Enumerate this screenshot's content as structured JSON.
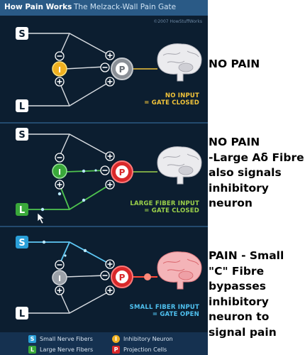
{
  "header": {
    "title": "How Pain Works",
    "subtitle": "The Melzack-Wall Pain Gate",
    "copyright": "©2007 HowStuffWorks"
  },
  "fiber_labels": {
    "small": "S",
    "large": "L"
  },
  "neuron_labels": {
    "inhibitory": "I",
    "projection": "P"
  },
  "panels": [
    {
      "caption_line1": "NO INPUT",
      "caption_line2": "= GATE CLOSED"
    },
    {
      "caption_line1": "LARGE FIBER INPUT",
      "caption_line2": "= GATE CLOSED"
    },
    {
      "caption_line1": "SMALL FIBER INPUT",
      "caption_line2": "= GATE OPEN"
    }
  ],
  "legend": {
    "small_fibers": "Small Nerve Fibers",
    "large_fibers": "Large Nerve Fibers",
    "inhibitory": "Inhibitory Neuron",
    "projection": "Projection Cells"
  },
  "notes": {
    "n1": "NO PAIN",
    "n2_l1": "NO PAIN",
    "n2_l2": "-Large Aδ Fibre",
    "n2_l3": "also signals",
    "n2_l4": "inhibitory",
    "n2_l5": "neuron",
    "n3_l1": "PAIN - Small",
    "n3_l2": "\"C\" Fibre",
    "n3_l3": "bypasses",
    "n3_l4": "inhibitory",
    "n3_l5": "neuron to",
    "n3_l6": "signal pain"
  },
  "colors": {
    "background": "#0c1e30",
    "header": "#2a5a86",
    "inhibitory_neuron": "#f0b020",
    "projection_cell": "#d8282a",
    "large_fiber": "#3aa83a",
    "small_fiber": "#2a9fd8"
  }
}
